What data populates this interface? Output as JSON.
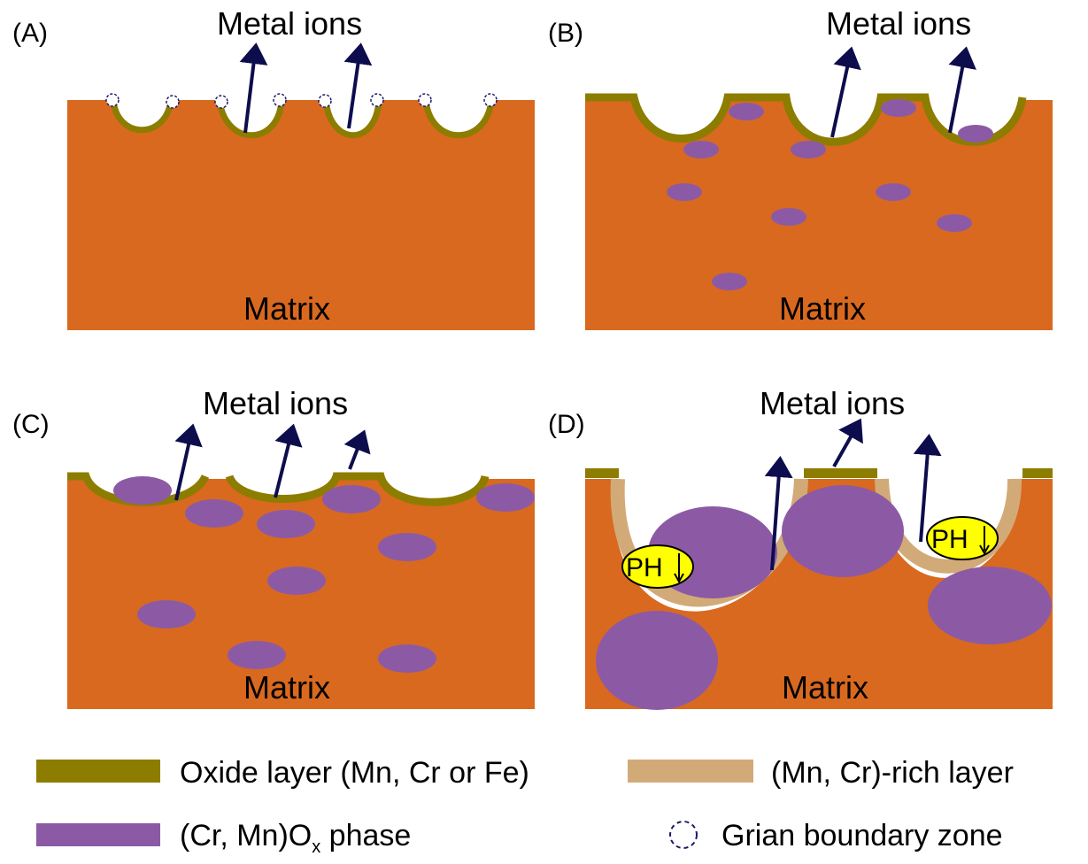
{
  "colors": {
    "matrix": "#d9691f",
    "oxide": "#8c7d00",
    "rich_layer": "#d2aa78",
    "phase": "#8c5aa5",
    "arrow": "#0d0d4d",
    "ph_bubble": "#ffff00",
    "boundary_circle": "#1a1a66"
  },
  "panels": [
    {
      "label": "(A)",
      "ions_text": "Metal ions",
      "matrix_text": "Matrix"
    },
    {
      "label": "(B)",
      "ions_text": "Metal ions",
      "matrix_text": "Matrix"
    },
    {
      "label": "(C)",
      "ions_text": "Metal ions",
      "matrix_text": "Matrix"
    },
    {
      "label": "(D)",
      "ions_text": "Metal ions",
      "matrix_text": "Matrix"
    }
  ],
  "ph_labels": [
    "PH",
    "PH"
  ],
  "legend": {
    "oxide_layer": "Oxide layer (Mn, Cr or Fe)",
    "rich_layer": "(Mn, Cr)-rich layer",
    "phase_prefix": "(Cr, Mn)O",
    "phase_subscript": "x",
    "phase_suffix": " phase",
    "grain_boundary": "Grian boundary zone"
  }
}
